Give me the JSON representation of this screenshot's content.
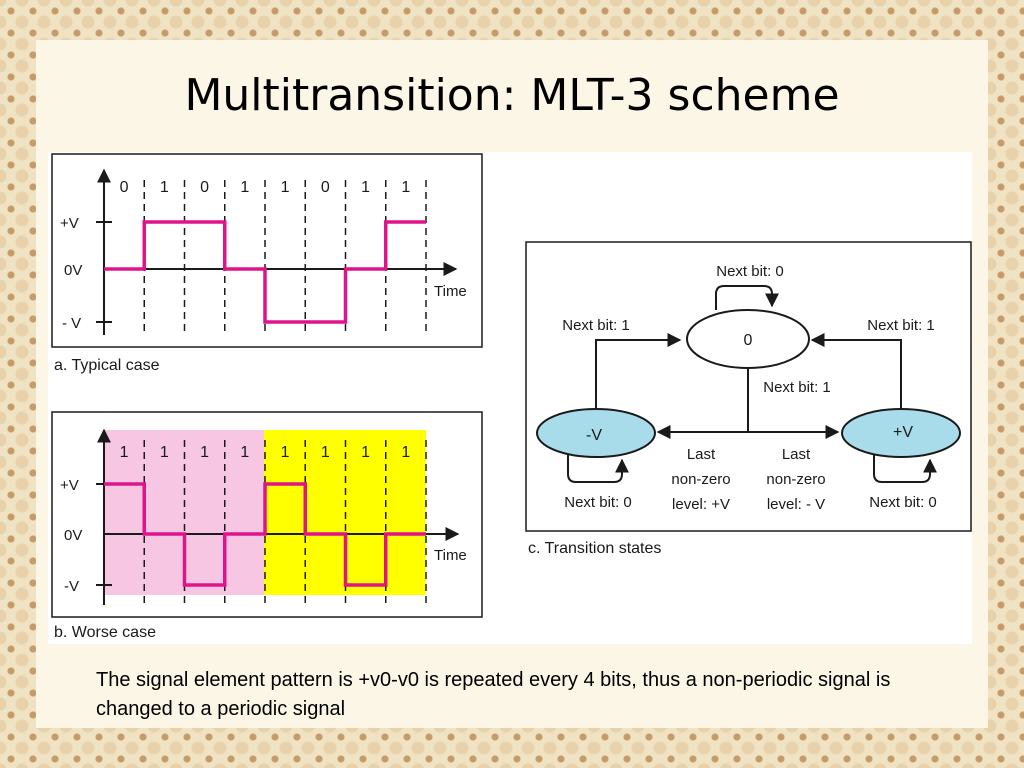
{
  "title": "Multitransition: MLT-3 scheme",
  "caption": "The signal element pattern is +v0-v0 is repeated every 4 bits, thus a non-periodic signal is changed to a periodic signal",
  "panel_a": {
    "caption": "a. Typical case",
    "bits": [
      "0",
      "1",
      "0",
      "1",
      "1",
      "0",
      "1",
      "1"
    ],
    "levels": [
      0,
      1,
      1,
      0,
      -1,
      -1,
      0,
      1
    ],
    "y_pos": "+V",
    "y_zero": "0V",
    "y_neg": "- V",
    "x_label": "Time"
  },
  "panel_b": {
    "caption": "b. Worse case",
    "bits": [
      "1",
      "1",
      "1",
      "1",
      "1",
      "1",
      "1",
      "1"
    ],
    "levels": [
      1,
      0,
      -1,
      0,
      1,
      0,
      -1,
      0
    ],
    "y_pos": "+V",
    "y_zero": "0V",
    "y_neg": "-V",
    "x_label": "Time",
    "colors": {
      "first_half": "#f7c6e3",
      "second_half": "#ffff00"
    }
  },
  "panel_c": {
    "caption": "c. Transition states",
    "state_zero": "0",
    "state_neg": "-V",
    "state_pos": "+V",
    "next_bit_0_top": "Next bit: 0",
    "next_bit_1_left": "Next bit: 1",
    "next_bit_1_right": "Next bit: 1",
    "next_bit_1_center": "Next bit: 1",
    "next_bit_0_left": "Next bit: 0",
    "next_bit_0_right": "Next bit: 0",
    "last_pos_l1": "Last",
    "last_pos_l2": "non-zero",
    "last_pos_l3": "level: +V",
    "last_neg_l1": "Last",
    "last_neg_l2": "non-zero",
    "last_neg_l3": "level: - V",
    "colors": {
      "state_fill": "#a8dcea",
      "zero_fill": "#ffffff"
    }
  },
  "colors": {
    "signal": "#e0148a"
  }
}
